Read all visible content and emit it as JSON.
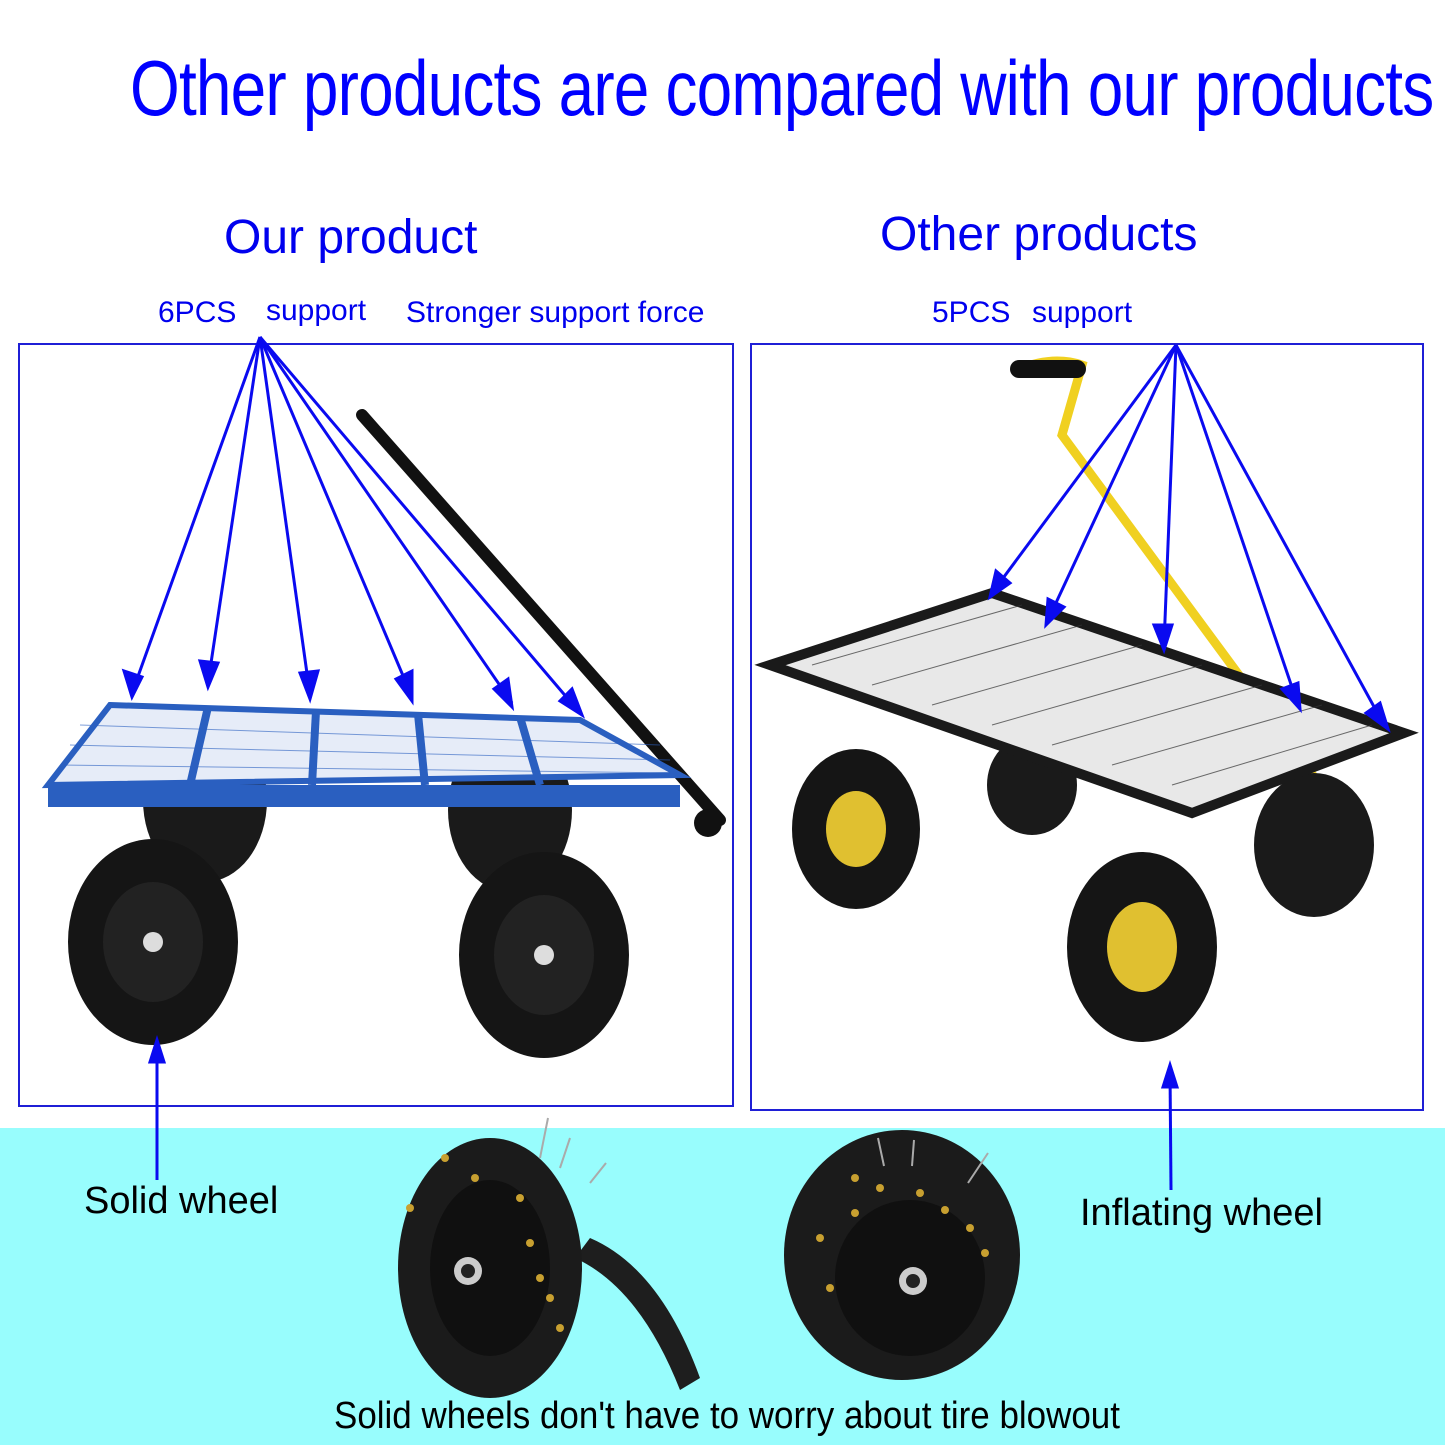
{
  "header": {
    "title": "Other products are compared with our products"
  },
  "colors": {
    "accent_blue": "#0000ff",
    "panel_border": "#1f1fd6",
    "bottom_background": "#98fdfd",
    "our_cart_frame": "#2a5fc0",
    "other_cart_frame": "#1a1a1a",
    "other_cart_handle": "#f0d020"
  },
  "our_product": {
    "title": "Our product",
    "support_count_label": "6PCS",
    "support_label": "support",
    "strength_label": "Stronger support force",
    "support_arrow_count": 6,
    "wheel_label": "Solid wheel"
  },
  "other_products": {
    "title": "Other products",
    "support_count_label": "5PCS",
    "support_label": "support",
    "support_arrow_count": 5,
    "wheel_label": "Inflating wheel"
  },
  "bottom": {
    "caption": "Solid wheels don't have to worry about tire blowout"
  }
}
